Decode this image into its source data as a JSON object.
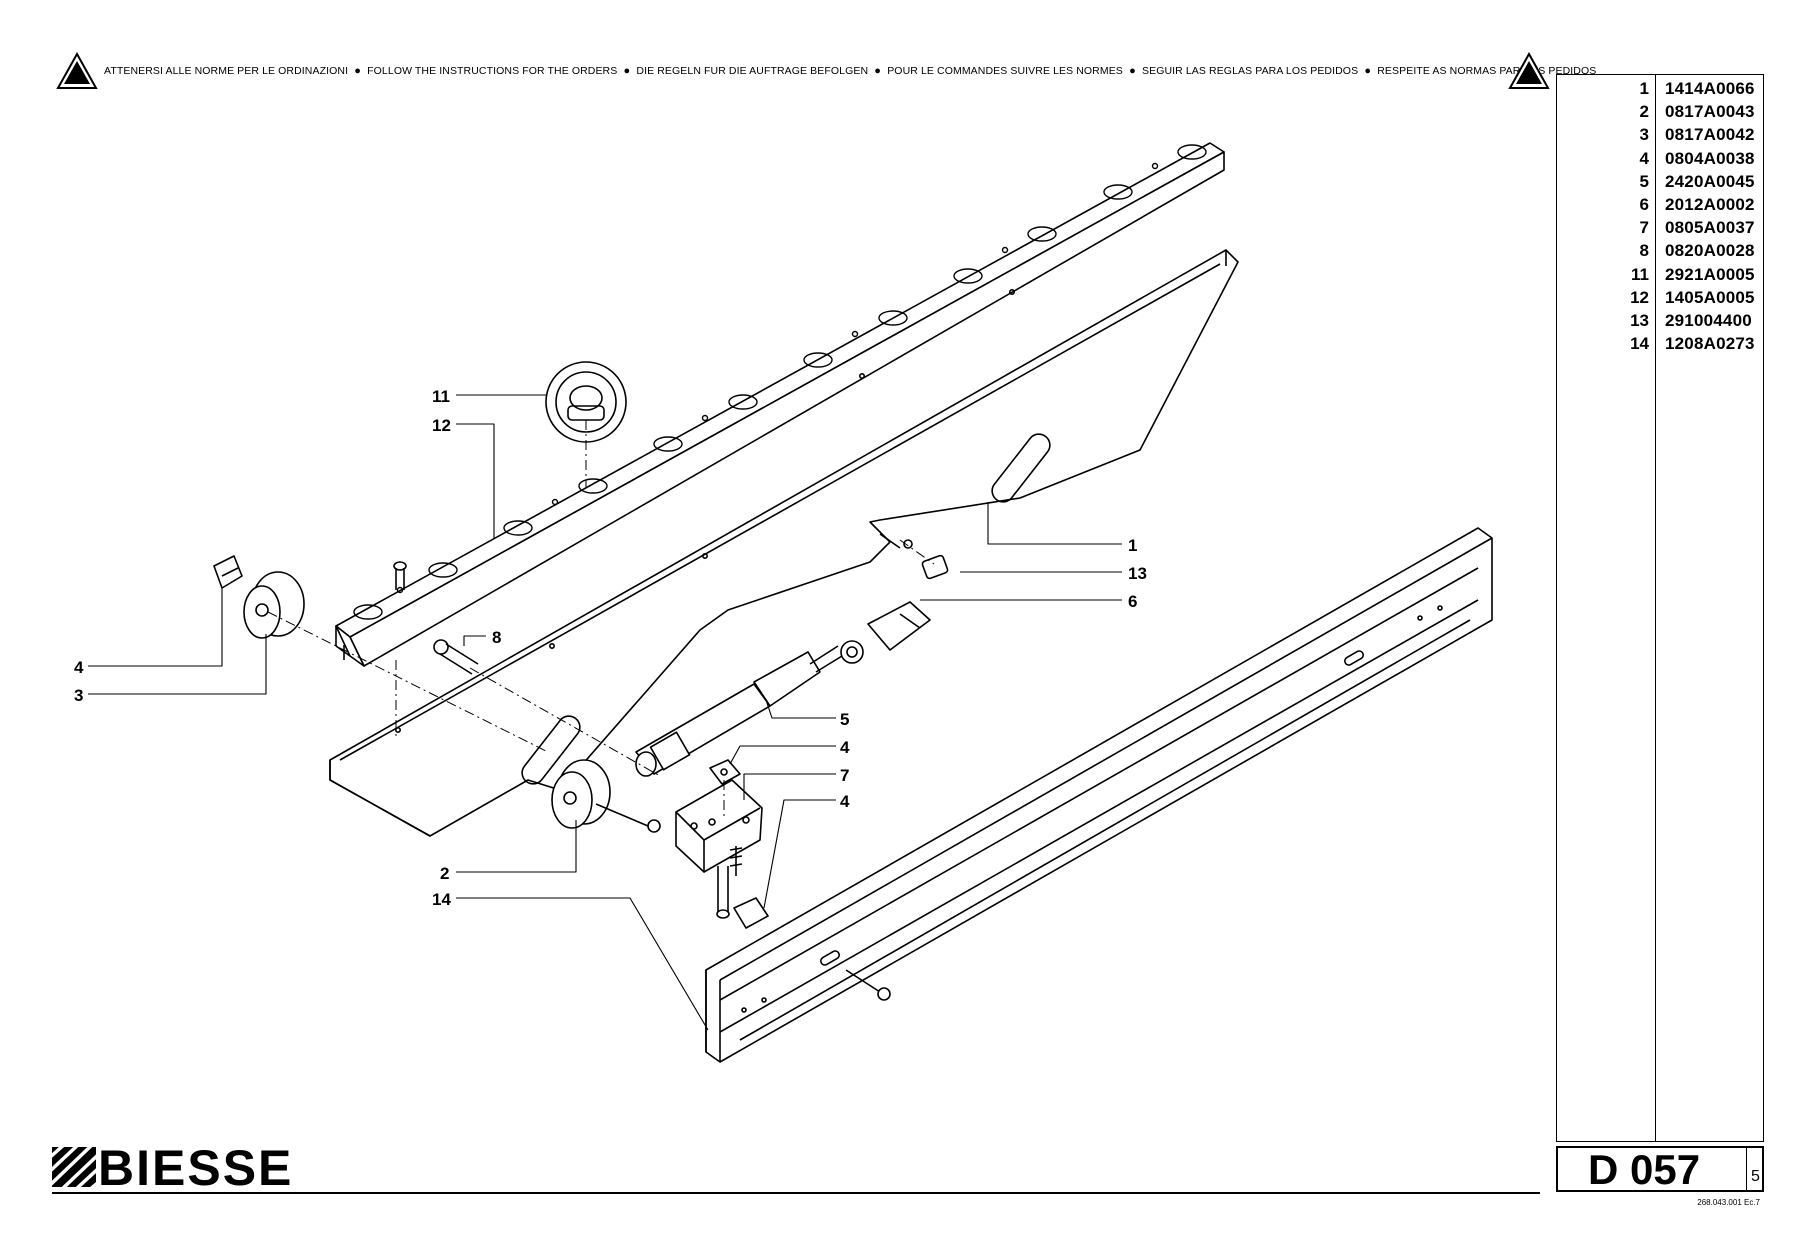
{
  "notice": {
    "segments": [
      "ATTENERSI ALLE NORME PER LE ORDINAZIONI",
      "FOLLOW THE INSTRUCTIONS FOR THE ORDERS",
      "DIE REGELN FUR DIE AUFTRAGE BEFOLGEN",
      "POUR LE COMMANDES SUIVRE LES NORMES",
      "SEGUIR LAS REGLAS PARA LOS PEDIDOS",
      "RESPEITE AS NORMAS PARA OS PEDIDOS"
    ]
  },
  "parts": [
    {
      "no": "1",
      "code": "1414A0066"
    },
    {
      "no": "2",
      "code": "0817A0043"
    },
    {
      "no": "3",
      "code": "0817A0042"
    },
    {
      "no": "4",
      "code": "0804A0038"
    },
    {
      "no": "5",
      "code": "2420A0045"
    },
    {
      "no": "6",
      "code": "2012A0002"
    },
    {
      "no": "7",
      "code": "0805A0037"
    },
    {
      "no": "8",
      "code": "0820A0028"
    },
    {
      "no": "11",
      "code": "2921A0005"
    },
    {
      "no": "12",
      "code": "1405A0005"
    },
    {
      "no": "13",
      "code": "291004400"
    },
    {
      "no": "14",
      "code": "1208A0273"
    }
  ],
  "callouts": {
    "c11": "11",
    "c12": "12",
    "c1": "1",
    "c13": "13",
    "c6": "6",
    "c8": "8",
    "c4a": "4",
    "c3": "3",
    "c5": "5",
    "c4b": "4",
    "c7": "7",
    "c4c": "4",
    "c2": "2",
    "c14": "14"
  },
  "brand": "BIESSE",
  "drawing": {
    "code": "D 057",
    "sheet": "5"
  },
  "footer_code": "268.043.001 Ec.7"
}
